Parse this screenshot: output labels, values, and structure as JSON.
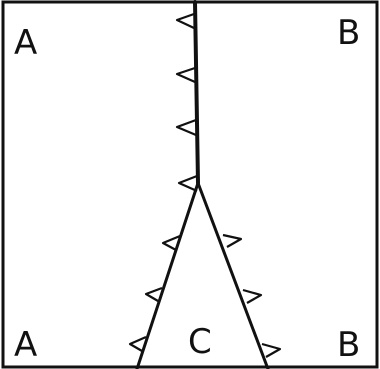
{
  "diagram": {
    "labels": {
      "top_left": "A",
      "top_right": "B",
      "bottom_left": "A",
      "bottom_middle": "C",
      "bottom_right": "B"
    },
    "colors": {
      "ink": "#111111",
      "background": "#ffffff"
    }
  }
}
